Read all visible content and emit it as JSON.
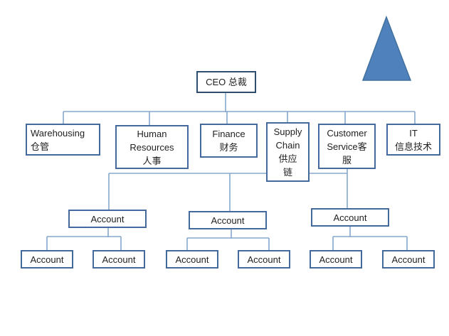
{
  "diagram": {
    "type": "org-chart",
    "colors": {
      "ceo_border": "#2f4e6e",
      "box_border": "#44699d",
      "connector": "#85a8cd",
      "triangle_fill": "#4f81bd",
      "triangle_stroke": "#41719c",
      "text": "#1f1f1f",
      "background": "#ffffff"
    },
    "nodes": {
      "ceo": {
        "label": "CEO 总裁"
      },
      "warehousing": {
        "lines": [
          "Warehousing",
          "仓管"
        ]
      },
      "human_resources": {
        "lines": [
          "Human",
          "Resources",
          "人事"
        ]
      },
      "finance": {
        "lines": [
          "Finance",
          "财务"
        ]
      },
      "supply_chain": {
        "lines": [
          "Supply",
          "Chain",
          "供应",
          "链"
        ]
      },
      "customer_service": {
        "lines": [
          "Customer",
          "Service客",
          "服"
        ]
      },
      "it": {
        "lines": [
          "IT",
          "信息技术"
        ]
      },
      "account_label": "Account"
    },
    "structure": {
      "level1": "CEO 总裁",
      "level2": [
        "Warehousing 仓管",
        "Human Resources 人事",
        "Finance 财务",
        "Supply Chain 供应链",
        "Customer Service客服",
        "IT 信息技术"
      ],
      "level3_count": 3,
      "level4_count": 6
    }
  }
}
